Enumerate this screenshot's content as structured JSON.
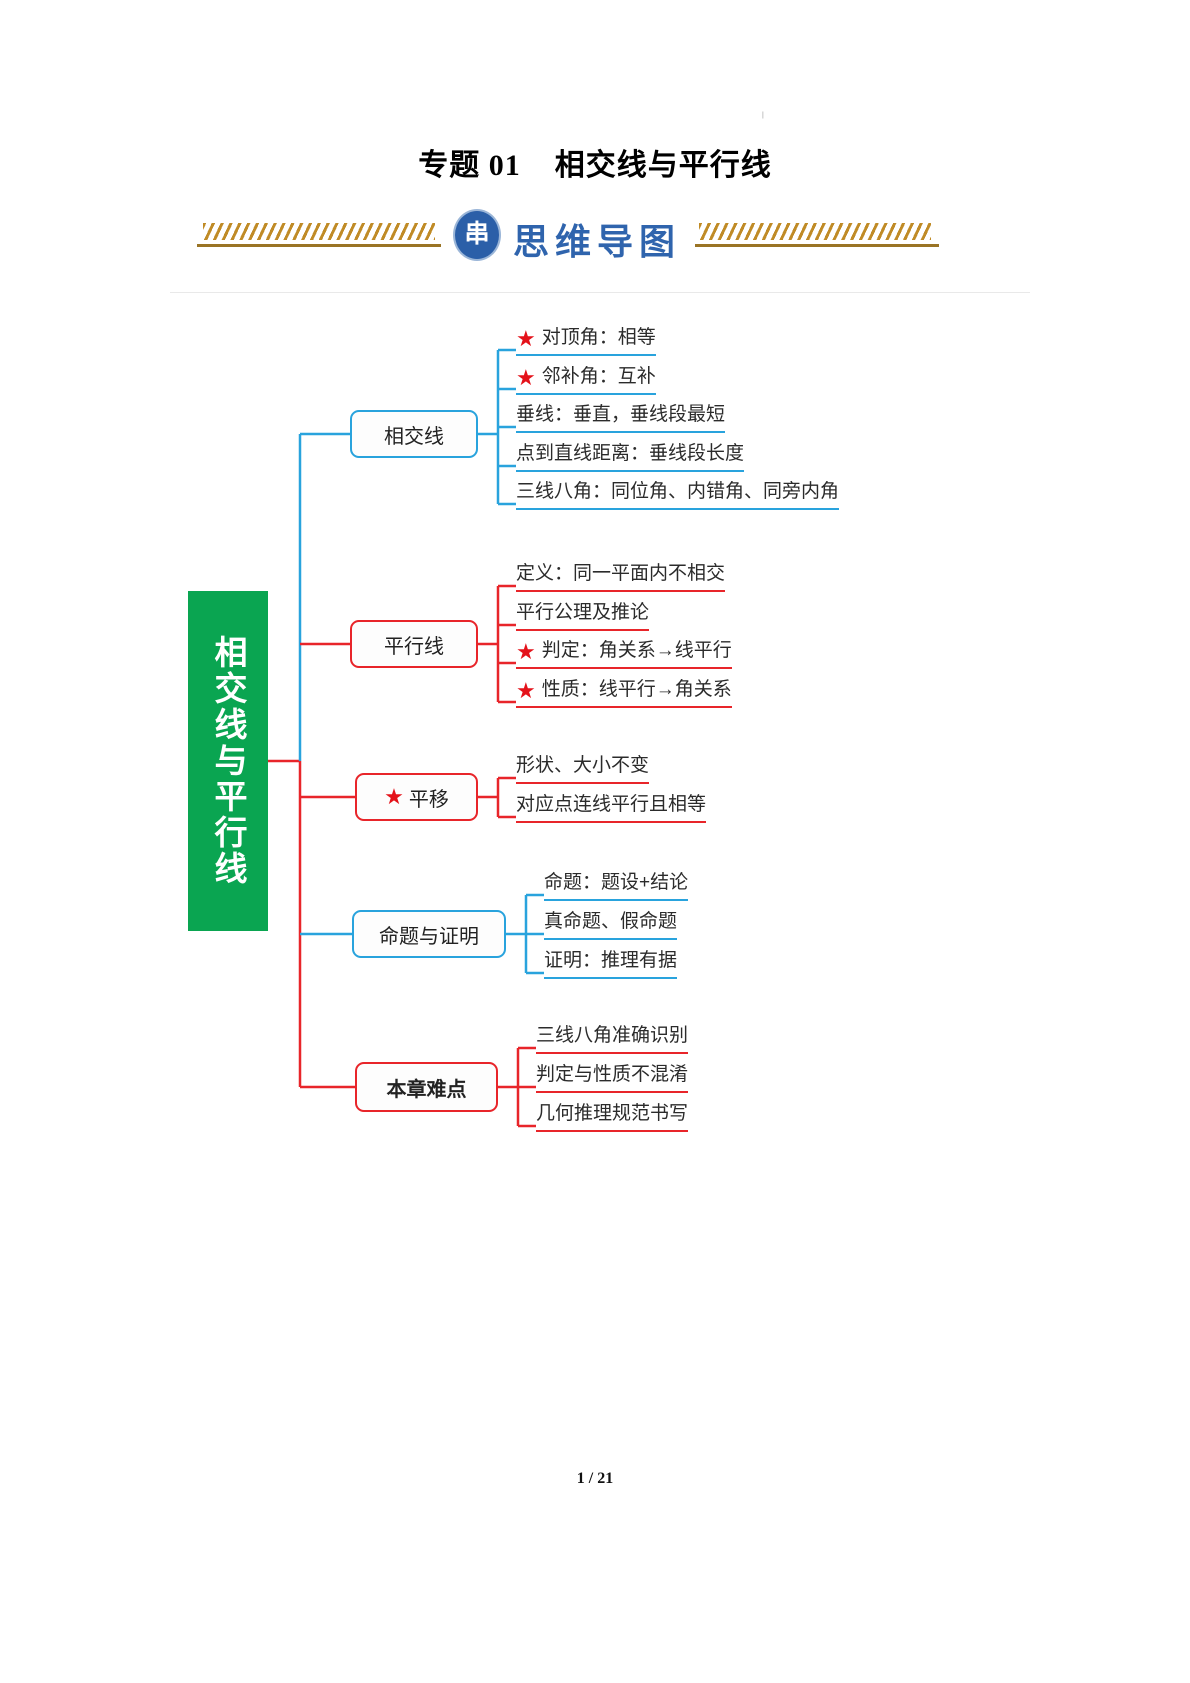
{
  "document": {
    "title": "专题 01  相交线与平行线",
    "title_prefix": "专题 01",
    "title_main": "相交线与平行线",
    "tiny_mark": "|",
    "footer": "1 / 21"
  },
  "banner": {
    "badge_char": "串",
    "label": "思维导图",
    "badge_color": "#2b5fa8",
    "text_color": "#2f64ad",
    "hatch_color": "#c08b26"
  },
  "mindmap": {
    "root": {
      "label": "相交线与平行线",
      "bg_color": "#0aa551",
      "text_color": "#ffffff"
    },
    "colors": {
      "blue": "#29a3dd",
      "red": "#e8252a",
      "star": "#e4121a",
      "green": "#0aa551"
    },
    "star_glyph": "★",
    "branches": [
      {
        "label": "相交线",
        "color": "blue",
        "bold": false,
        "star": false,
        "children": [
          {
            "text": "对顶角：相等",
            "star": true
          },
          {
            "text": "邻补角：互补",
            "star": true
          },
          {
            "text": "垂线：垂直，垂线段最短",
            "star": false
          },
          {
            "text": "点到直线距离：垂线段长度",
            "star": false
          },
          {
            "text": "三线八角：同位角、内错角、同旁内角",
            "star": false
          }
        ]
      },
      {
        "label": "平行线",
        "color": "red",
        "bold": false,
        "star": false,
        "children": [
          {
            "text": "定义：同一平面内不相交",
            "star": false
          },
          {
            "text": "平行公理及推论",
            "star": false
          },
          {
            "text": "判定：角关系→线平行",
            "star": true
          },
          {
            "text": "性质：线平行→角关系",
            "star": true
          }
        ]
      },
      {
        "label": "平移",
        "color": "red",
        "bold": false,
        "star": true,
        "children": [
          {
            "text": "形状、大小不变",
            "star": false
          },
          {
            "text": "对应点连线平行且相等",
            "star": false
          }
        ]
      },
      {
        "label": "命题与证明",
        "color": "blue",
        "bold": false,
        "star": false,
        "children": [
          {
            "text": "命题：题设+结论",
            "star": false
          },
          {
            "text": "真命题、假命题",
            "star": false
          },
          {
            "text": "证明：推理有据",
            "star": false
          }
        ]
      },
      {
        "label": "本章难点",
        "color": "red",
        "bold": true,
        "star": false,
        "children": [
          {
            "text": "三线八角准确识别",
            "star": false
          },
          {
            "text": "判定与性质不混淆",
            "star": false
          },
          {
            "text": "几何推理规范书写",
            "star": false
          }
        ]
      }
    ]
  }
}
